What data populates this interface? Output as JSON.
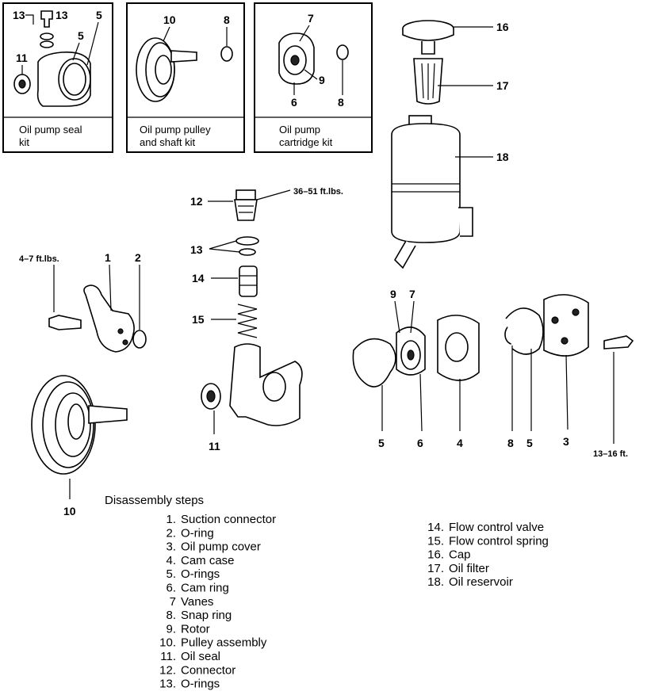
{
  "kits": [
    {
      "label_line1": "Oil pump seal",
      "label_line2": "kit"
    },
    {
      "label_line1": "Oil pump pulley",
      "label_line2": "and shaft kit"
    },
    {
      "label_line1": "Oil pump",
      "label_line2": "cartridge kit"
    }
  ],
  "kit1_callouts": [
    "13",
    "13",
    "5",
    "5",
    "11"
  ],
  "kit2_callouts": [
    "10",
    "8"
  ],
  "kit3_callouts": [
    "7",
    "9",
    "6",
    "8"
  ],
  "main_callouts": {
    "c16": "16",
    "c17": "17",
    "c18": "18",
    "c12": "12",
    "c13": "13",
    "c14": "14",
    "c15": "15",
    "c11": "11",
    "c1": "1",
    "c2": "2",
    "c10": "10",
    "c9": "9",
    "c7": "7",
    "c5a": "5",
    "c6": "6",
    "c4": "4",
    "c8": "8",
    "c5b": "5",
    "c3": "3"
  },
  "torque": {
    "connector": "36–51 ft.lbs.",
    "suction": "4–7 ft.lbs.",
    "cover": "13–16 ft."
  },
  "steps_heading": "Disassembly steps",
  "steps_left": [
    {
      "num": "1.",
      "text": "Suction connector"
    },
    {
      "num": "2.",
      "text": "O-ring"
    },
    {
      "num": "3.",
      "text": "Oil pump cover"
    },
    {
      "num": "4.",
      "text": "Cam case"
    },
    {
      "num": "5.",
      "text": "O-rings"
    },
    {
      "num": "6.",
      "text": "Cam ring"
    },
    {
      "num": "7",
      "text": "Vanes"
    },
    {
      "num": "8.",
      "text": "Snap ring"
    },
    {
      "num": "9.",
      "text": "Rotor"
    },
    {
      "num": "10.",
      "text": "Pulley assembly"
    },
    {
      "num": "11.",
      "text": "Oil seal"
    },
    {
      "num": "12.",
      "text": "Connector"
    },
    {
      "num": "13.",
      "text": "O-rings"
    }
  ],
  "steps_right": [
    {
      "num": "14.",
      "text": "Flow control valve"
    },
    {
      "num": "15.",
      "text": "Flow control spring"
    },
    {
      "num": "16.",
      "text": "Cap"
    },
    {
      "num": "17.",
      "text": "Oil filter"
    },
    {
      "num": "18.",
      "text": "Oil reservoir"
    }
  ]
}
